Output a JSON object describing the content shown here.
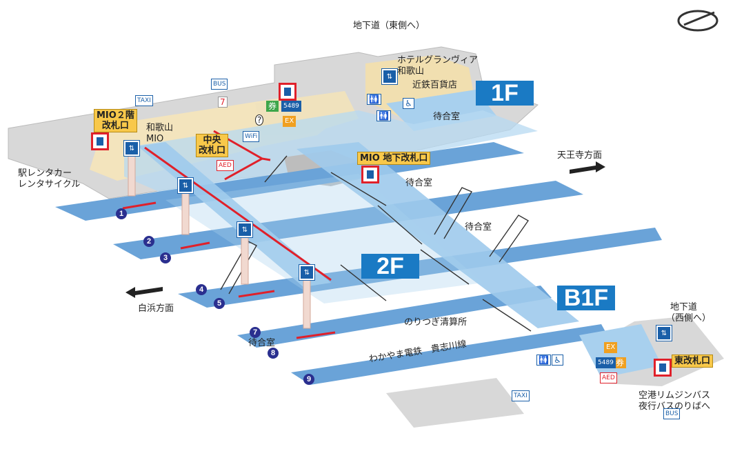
{
  "floors": {
    "f1": "1F",
    "f2": "2F",
    "b1": "B1F"
  },
  "labels": {
    "underpass_east": "地下道（東側へ）",
    "hotel": "ホテルグランヴィア",
    "hotel2": "和歌山",
    "kintetsu": "近鉄百貨店",
    "waiting_1f": "待合室",
    "tennoji": "天王寺方面",
    "rental1": "駅レンタカー",
    "rental2": "レンタサイクル",
    "mio_1": "和歌山",
    "mio_2": "MIO",
    "waiting_a": "待合室",
    "waiting_b": "待合室",
    "waiting_c": "待合室",
    "shirahama": "白浜方面",
    "norikae": "のりつぎ清算所",
    "wakayama_dentetsu": "わかやま電鉄　貴志川線",
    "underpass_west1": "地下道",
    "underpass_west2": "（西側へ）",
    "bus1": "空港リムジンバス",
    "bus2": "夜行バスのりばへ"
  },
  "tags": {
    "mio2f": "MIO２階",
    "mio2f_gate": "改札口",
    "central": "中央",
    "central_gate": "改札口",
    "mio_b1": "MIO 地下改札口",
    "east_gate": "東改札口"
  },
  "platforms": [
    "1",
    "2",
    "3",
    "4",
    "5",
    "7",
    "8",
    "9"
  ],
  "icons": {
    "taxi": "TAXI",
    "bus": "BUS",
    "wifi": "WiFi",
    "aed": "AED",
    "ex": "EX",
    "ticket": "券",
    "num5489": "5489",
    "question": "?"
  },
  "colors": {
    "platform": "#6aa3d8",
    "concourse": "#a8d0ee",
    "building": "#d6d6d6",
    "shop": "#f3e3b8",
    "route": "#e0202a",
    "badge": "#1a7ac4"
  }
}
